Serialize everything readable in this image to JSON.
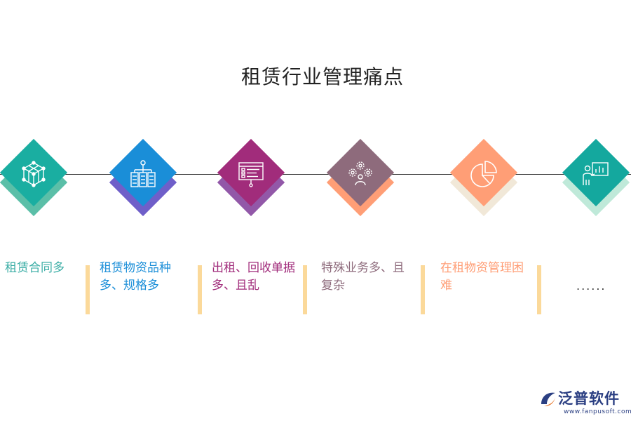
{
  "title": "租赁行业管理痛点",
  "items": [
    {
      "icon": "cube-network-icon",
      "label": "租赁合同多",
      "color": "#1aaea1",
      "back_color": "#5bbfa8"
    },
    {
      "icon": "server-hierarchy-icon",
      "label": "租赁物资品种多、规格多",
      "color": "#1a8ed8",
      "back_color": "#6f5fc9"
    },
    {
      "icon": "presentation-board-icon",
      "label": "出租、回收单据多、且乱",
      "color": "#a12c7b",
      "back_color": "#9258a8"
    },
    {
      "icon": "gears-user-icon",
      "label": "特殊业务多、且复杂",
      "color": "#8e6b7c",
      "back_color": "#ff9e76"
    },
    {
      "icon": "pie-chart-icon",
      "label": "在租物资管理困难",
      "color": "#ff9e76",
      "back_color": "#f1e8d8"
    },
    {
      "icon": "presenter-chart-icon",
      "label": "",
      "color": "#14a89e",
      "back_color": "#bfe9d9"
    }
  ],
  "ellipsis": "......",
  "logo": {
    "brand": "泛普软件",
    "url": "www.fanpusoft.com"
  },
  "colors": {
    "label_1": "#3aada5",
    "label_2": "#1a8ed8",
    "label_3": "#a12c7b",
    "label_4": "#8e6b7c",
    "label_5": "#ff9e76",
    "separator": "#fbd99a"
  }
}
